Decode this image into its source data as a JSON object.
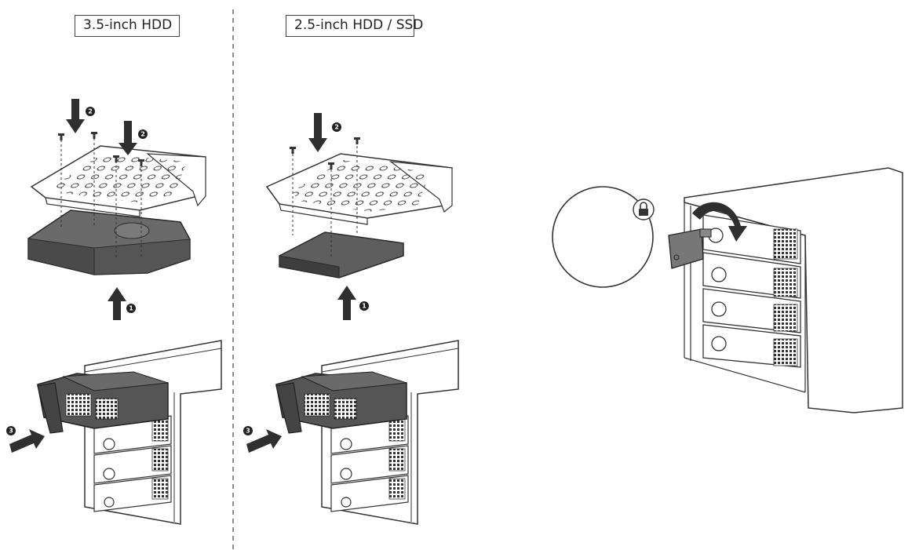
{
  "sections": {
    "hdd35": {
      "label": "3.5-inch HDD"
    },
    "hdd25": {
      "label": "2.5-inch HDD / SSD"
    }
  },
  "steps": {
    "one": "1",
    "two": "2",
    "three": "3"
  },
  "colors": {
    "line": "#333333",
    "dark": "#3a3a3a",
    "drive_fill": "#5a5a5a",
    "plate_fill": "#ffffff",
    "arrow": "#2f2f2f"
  },
  "icons": {
    "screw": "screw-icon",
    "arrow_down": "arrow-down-icon",
    "arrow_up": "arrow-up-icon",
    "lock": "lock-icon",
    "key": "key-icon",
    "rotate": "rotate-arrow-icon"
  }
}
